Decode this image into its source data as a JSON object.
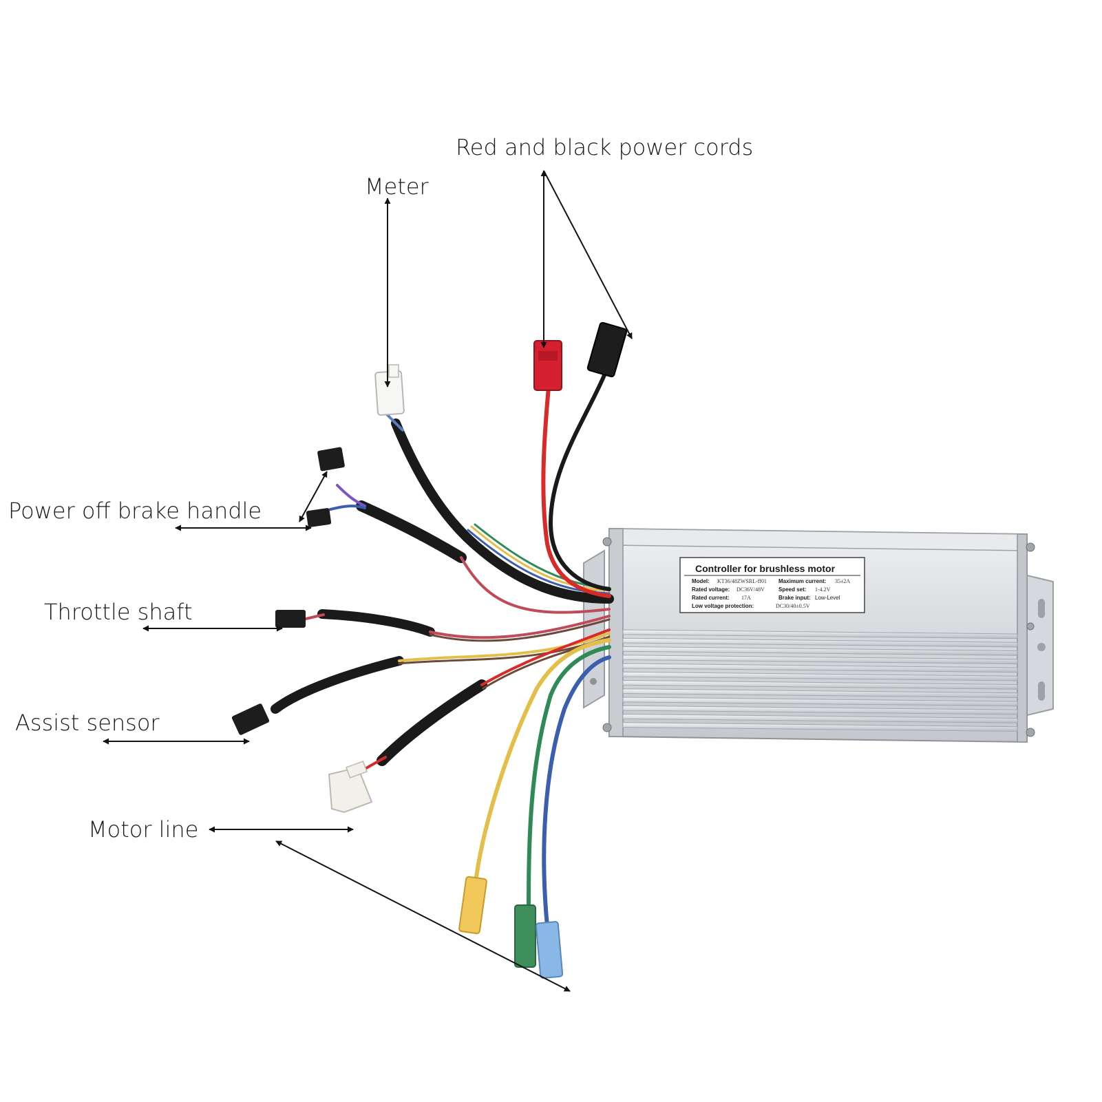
{
  "callouts": {
    "power_cords": "Red and black power cords",
    "meter": "Meter",
    "brake_handle": "Power off brake handle",
    "throttle": "Throttle shaft",
    "assist_sensor": "Assist sensor",
    "motor_line": "Motor line"
  },
  "nameplate": {
    "title": "Controller for brushless motor",
    "model_label": "Model:",
    "model_value": "KT36/48ZWSRL-ff01",
    "max_current_label": "Maximum current:",
    "max_current_value": "35±2A",
    "rated_voltage_label": "Rated voltage:",
    "rated_voltage_value": "DC36V/48V",
    "speed_set_label": "Speed set:",
    "speed_set_value": "1-4.2V",
    "rated_current_label": "Rated current:",
    "rated_current_value": "17A",
    "brake_input_label": "Brake input:",
    "brake_input_value": "Low-Level",
    "low_voltage_label": "Low voltage protection:",
    "low_voltage_value": "DC30/40±0.5V"
  },
  "colors": {
    "red_wire": "#d92a2a",
    "black_wire": "#1a1a1a",
    "yellow_wire": "#e3bf4a",
    "green_wire": "#2f8a55",
    "blue_wire": "#3b5fae",
    "housing": "#dcdfe2",
    "red_connector": "#d4202f",
    "yellow_connector": "#f2c85a",
    "green_connector": "#3f8f5d",
    "blue_connector": "#8ab8e6"
  }
}
